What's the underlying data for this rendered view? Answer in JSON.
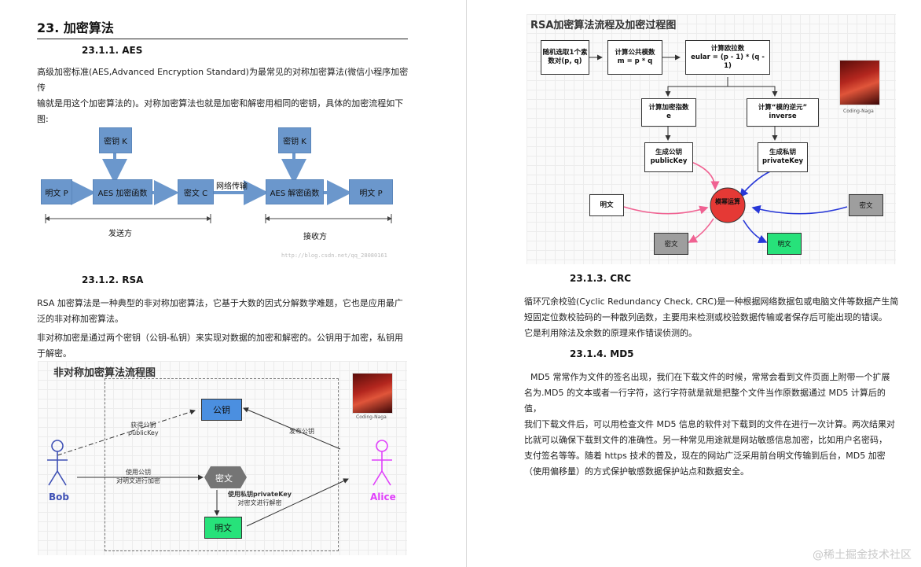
{
  "left": {
    "heading": "23.  加密算法",
    "aes": {
      "title": "23.1.1.     AES",
      "text1": "高级加密标准(AES,Advanced Encryption Standard)为最常见的对称加密算法(微信小程序加密传",
      "text2": "输就是用这个加密算法的)。对称加密算法也就是加密和解密用相同的密钥，具体的加密流程如下",
      "text3": "图:",
      "diagram": {
        "key1": "密钥 K",
        "key2": "密钥 K",
        "plain1": "明文 P",
        "enc": "AES 加密函数",
        "cipher": "密文  C",
        "transfer": "网络传输",
        "dec": "AES 解密函数",
        "plain2": "明文 P",
        "sender": "发送方",
        "receiver": "接收方",
        "url": "http://blog.csdn.net/qq_28080161"
      }
    },
    "rsa": {
      "title": "23.1.2.     RSA",
      "text1": "RSA 加密算法是一种典型的非对称加密算法，它基于大数的因式分解数学难题，它也是应用最广",
      "text2": "泛的非对称加密算法。",
      "text3": "非对称加密是通过两个密钥（公钥-私钥）来实现对数据的加密和解密的。公钥用于加密，私钥用",
      "text4": "于解密。",
      "diagram": {
        "title": "非对称加密算法流程图",
        "pubkey": "公钥",
        "get_pub": "获得公钥",
        "get_pub2": "publicKey",
        "publish": "发布公钥",
        "use_pub": "使用公钥",
        "use_pub2": "对明文进行加密",
        "cipher": "密文",
        "use_priv": "使用私钥privateKey",
        "use_priv2": "对密文进行解密",
        "plain": "明文",
        "bob": "Bob",
        "alice": "Alice",
        "brand": "Coding-Naga"
      }
    }
  },
  "right": {
    "rsa_flow": {
      "title": "RSA加密算法流程及加密过程图",
      "step1": "随机选取1个素数对(p, q)",
      "step2a": "计算公共模数",
      "step2b": "m = p * q",
      "step3a": "计算欧拉数",
      "step3b": "eular = (p - 1) * (q - 1)",
      "exp_a": "计算加密指数",
      "exp_b": "e",
      "inv_a": "计算“模的逆元”",
      "inv_b": "inverse",
      "pub_a": "生成公钥",
      "pub_b": "publicKey",
      "priv_a": "生成私钥",
      "priv_b": "privateKey",
      "plain_in": "明文",
      "mod": "模幂运算",
      "cipher_in": "密文",
      "cipher_out": "密文",
      "plain_out": "明文",
      "brand": "Coding-Naga"
    },
    "crc": {
      "title": "23.1.3.     CRC",
      "text1": "循环冗余校验(Cyclic Redundancy Check, CRC)是一种根据网络数据包或电脑文件等数据产生简",
      "text2": "短固定位数校验码的一种散列函数，主要用来检测或校验数据传输或者保存后可能出现的错误。",
      "text3": "它是利用除法及余数的原理来作错误侦测的。"
    },
    "md5": {
      "title": "23.1.4.     MD5",
      "l1": "MD5 常常作为文件的签名出现，我们在下载文件的时候，常常会看到文件页面上附带一个扩展",
      "l2": "名为.MD5 的文本或者一行字符，这行字符就是就是把整个文件当作原数据通过 MD5 计算后的值，",
      "l3": "我们下载文件后，可以用检查文件 MD5 信息的软件对下载到的文件在进行一次计算。两次结果对",
      "l4": "比就可以确保下载到文件的准确性。另一种常见用途就是网站敏感信息加密，比如用户名密码，",
      "l5": "支付签名等等。随着 https 技术的普及，现在的网站广泛采用前台明文传输到后台，MD5 加密",
      "l6": "（使用偏移量）的方式保护敏感数据保护站点和数据安全。"
    }
  },
  "watermark": "@稀土掘金技术社区",
  "colors": {
    "blue_box": "#6b97cc",
    "pink": "#f06292",
    "red_node": "#e53935",
    "green_node": "#27e27a",
    "gray_node": "#9e9e9e",
    "alice": "#e040fb",
    "bob": "#3f51b5"
  }
}
